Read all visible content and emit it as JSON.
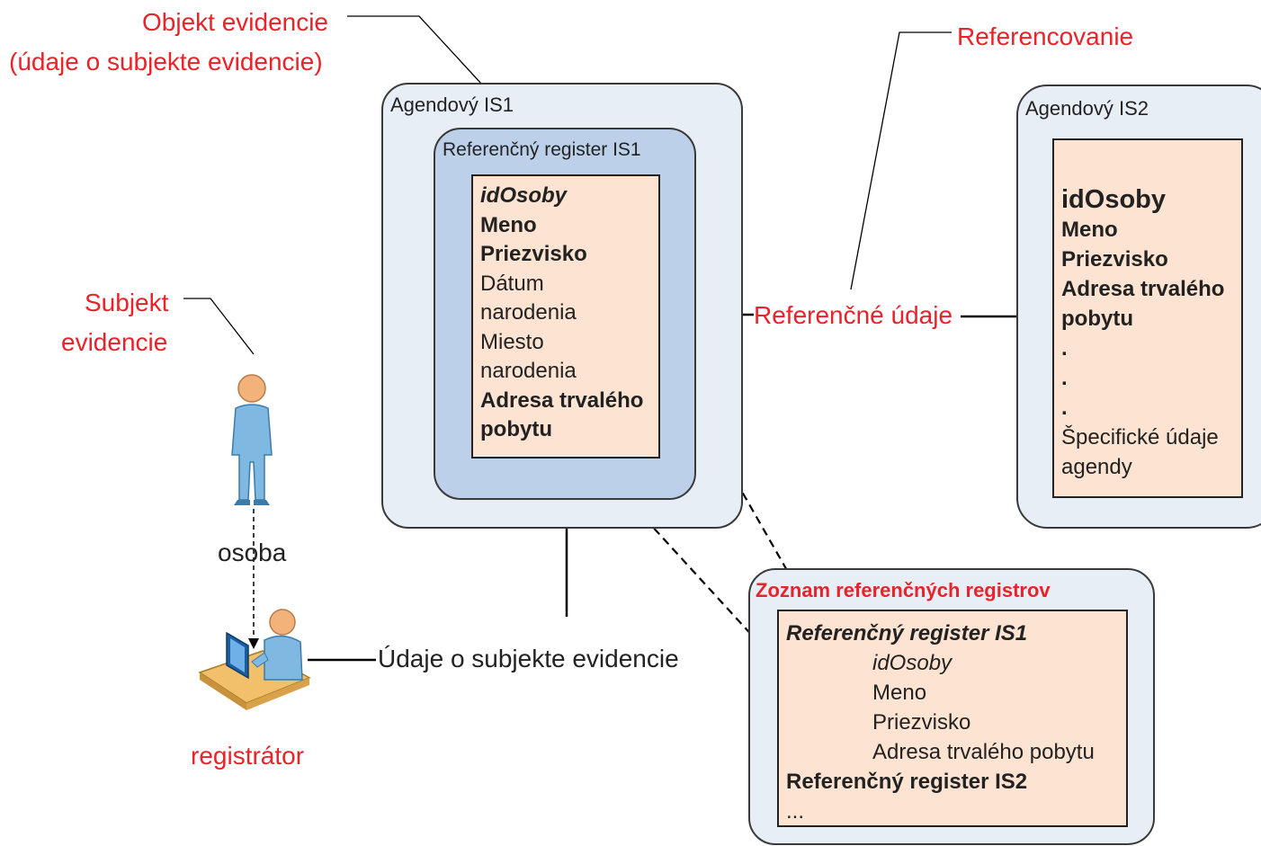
{
  "annotations": {
    "objekt_line1": "Objekt evidencie",
    "objekt_line2": "(údaje o subjekte evidencie)",
    "referencovanie": "Referencovanie",
    "subjekt_line1": "Subjekt",
    "subjekt_line2": "evidencie",
    "osoba": "osoba",
    "registrator": "registrátor"
  },
  "agendovy_is1": {
    "title": "Agendový IS1",
    "register_title": "Referenčný register IS1",
    "fields": [
      {
        "text": "idOsoby",
        "style": "bold-italic"
      },
      {
        "text": "Meno",
        "style": "bold"
      },
      {
        "text": "Priezvisko",
        "style": "bold"
      },
      {
        "text": "Dátum",
        "style": "normal"
      },
      {
        "text": "narodenia",
        "style": "normal"
      },
      {
        "text": "Miesto",
        "style": "normal"
      },
      {
        "text": "narodenia",
        "style": "normal"
      },
      {
        "text": "Adresa trvalého",
        "style": "bold"
      },
      {
        "text": "pobytu",
        "style": "bold"
      }
    ]
  },
  "agendovy_is2": {
    "title": "Agendový IS2",
    "fields": [
      {
        "text": "idOsoby",
        "style": "bold-large"
      },
      {
        "text": "Meno",
        "style": "bold"
      },
      {
        "text": "Priezvisko",
        "style": "bold"
      },
      {
        "text": "Adresa trvalého",
        "style": "bold"
      },
      {
        "text": "pobytu",
        "style": "bold"
      },
      {
        "text": ".",
        "style": "bold"
      },
      {
        "text": ".",
        "style": "bold"
      },
      {
        "text": ".",
        "style": "bold"
      },
      {
        "text": "Špecifické údaje",
        "style": "normal"
      },
      {
        "text": "agendy",
        "style": "normal"
      }
    ]
  },
  "referencne_udaje": "Referenčné údaje",
  "udaje_o_subjekte": "Údaje o subjekte evidencie",
  "zoznam": {
    "title": "Zoznam referenčných registrov",
    "items": [
      {
        "text": "Referenčný register IS1",
        "style": "bold-italic"
      },
      {
        "text": "idOsoby",
        "style": "italic-indent"
      },
      {
        "text": "Meno",
        "style": "indent"
      },
      {
        "text": "Priezvisko",
        "style": "indent"
      },
      {
        "text": "Adresa trvalého pobytu",
        "style": "indent"
      },
      {
        "text": "Referenčný register IS2",
        "style": "bold"
      },
      {
        "text": "...",
        "style": "normal"
      }
    ]
  },
  "colors": {
    "red_label": "#e8232a",
    "outer_box_fill": "#e8eef6",
    "inner_box_fill": "#bcd0ea",
    "record_fill": "#fde3d1"
  },
  "icons": [
    "person-icon",
    "registrar-desk-icon"
  ]
}
